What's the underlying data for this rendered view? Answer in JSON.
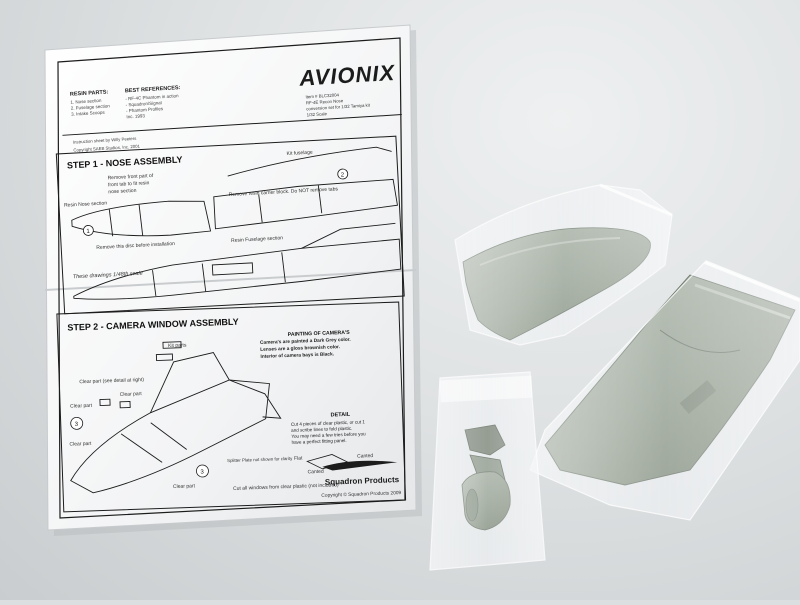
{
  "sheet": {
    "logo": "AVIONIX",
    "header_left_title": "RESIN PARTS:",
    "header_left_lines": [
      "1. Nose section",
      "2. Fuselage section",
      "3. Intake Scoops"
    ],
    "header_mid_title": "BEST REFERENCES:",
    "header_mid_lines": [
      "- RF-4C Phantom in action",
      "- Squadron/Signal",
      "- Phantom Profiles",
      "Inc. 1993"
    ],
    "header_right_lines": [
      "Item # BLC32004",
      "RF-4E Recon Nose",
      "conversion set for 1/32 Tamiya kit",
      "1/32 Scale"
    ],
    "credit": "Instruction sheet by Willy Peeters",
    "copyright_top": "Copyright SAEB Studios, Inc. 2001",
    "step1": {
      "title": "STEP 1 - NOSE ASSEMBLY",
      "notes": [
        "Remove front part of",
        "front tab to fit resin",
        "nose section"
      ],
      "label_resin_nose": "Resin Nose section",
      "label_kit_fuselage": "Kit fuselage",
      "label_remove_block": "Remove resin carrier block. Do NOT remove tabs",
      "label_remove_disc": "Remove this disc before installation",
      "label_resin_fuselage": "Resin Fuselage section",
      "label_scale": "These drawings 1/48th scale",
      "callouts": [
        "1",
        "2"
      ]
    },
    "step2": {
      "title": "STEP 2 - CAMERA WINDOW ASSEMBLY",
      "painting_title": "PAINTING OF CAMERA'S",
      "painting_lines": [
        "Camera's are painted a Dark Grey color.",
        "Lenses are a gloss brownish color.",
        "Interior of camera bays is Black."
      ],
      "kit_parts": "Kit parts",
      "clear_part": "Clear part",
      "clear_part_detail": "Clear part (see detail at right)",
      "detail_title": "DETAIL",
      "detail_lines": [
        "Cut 4 pieces of clear plastic, or cut 1",
        "and scribe lines to fold plastic.",
        "You may need a few tries before you",
        "have a perfect fitting panel."
      ],
      "flat": "Flat",
      "canted": "Canted",
      "splitter": "Splitter Plate not shown for clarity",
      "cut_windows": "Cut all windows from clear plastic (not included)",
      "callouts": [
        "3",
        "3"
      ]
    },
    "brand": "Squadron Products",
    "copyright_bottom": "Copyright © Squadron Products 2009"
  },
  "colors": {
    "resin": "#9aa599",
    "resin_dark": "#6d786c",
    "paper": "#f8f9fa",
    "ink": "#1c1c1c",
    "bag": "#e9edf0"
  }
}
